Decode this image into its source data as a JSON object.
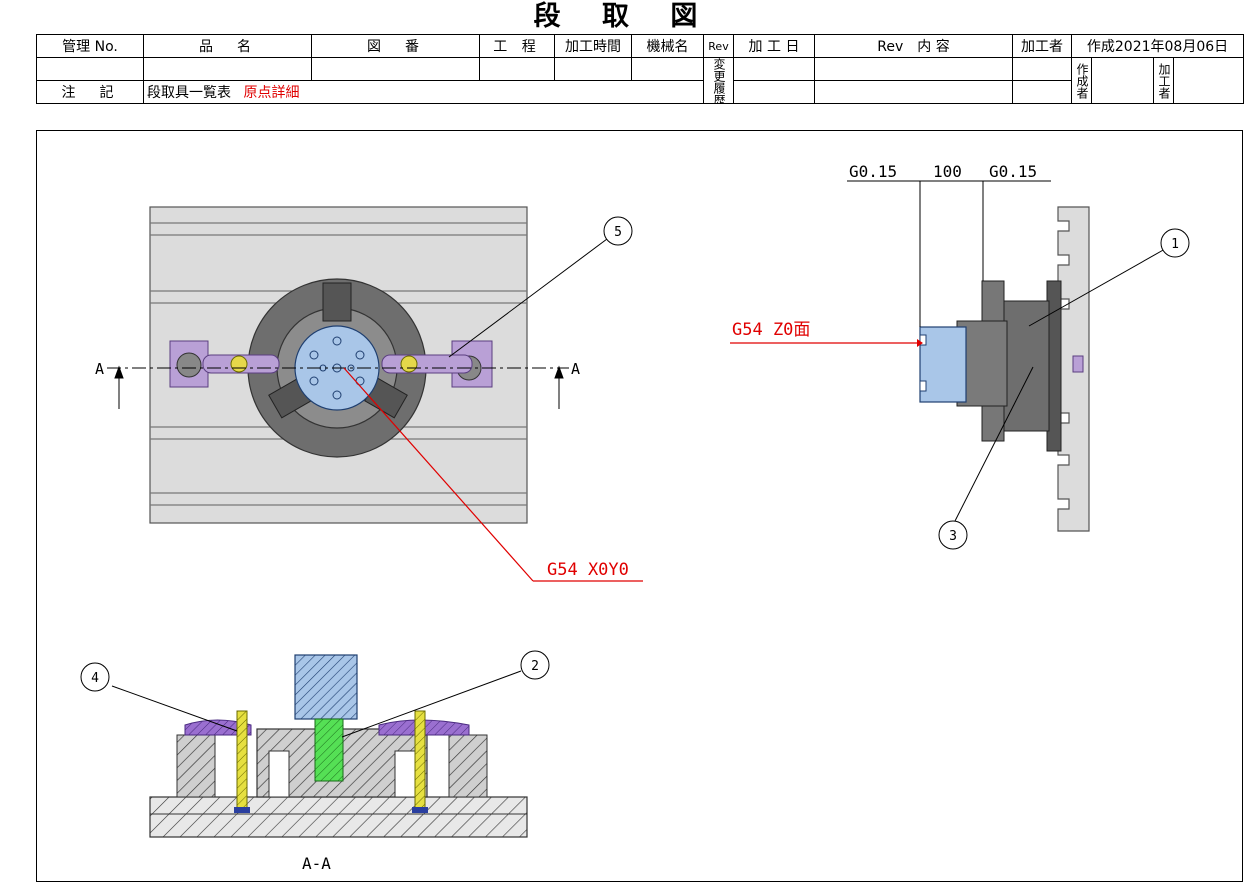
{
  "doc": {
    "title": "段 取 図"
  },
  "header": {
    "kanri_no": "管理 No.",
    "hinmei": "品　名",
    "zuban": "図　番",
    "koutei": "工 程",
    "kakou_jikan": "加工時間",
    "kikai_mei": "機械名",
    "rev": "Rev",
    "kakou_bi": "加 工 日",
    "rev_naiyou": "Rev　内 容",
    "kakousha": "加工者",
    "created": "作成2021年08月06日",
    "henkou_rireki": "変更履歴",
    "sakuseisha": "作成者",
    "kakousha_v": "加工者",
    "chuki": "注　記",
    "note_text": "段取具一覧表",
    "note_red": "原点詳細"
  },
  "drawing": {
    "dim_top": "G0.15",
    "dim_mid": "100",
    "dim_right": "G0.15",
    "g54_z": "G54 Z0面",
    "g54_xy": "G54 X0Y0",
    "section_a": "A",
    "section_label": "A-A",
    "balloons": [
      "1",
      "2",
      "3",
      "4",
      "5"
    ]
  },
  "colors": {
    "annotation_red": "#e00000",
    "clamp_purple": "#b9a0d6",
    "workpiece_blue": "#a9c6e8",
    "pin_green": "#55e055",
    "bolt_yellow": "#e6e040",
    "plate_gray": "#dcdcdc",
    "chuck_gray": "#7a7a7a"
  }
}
